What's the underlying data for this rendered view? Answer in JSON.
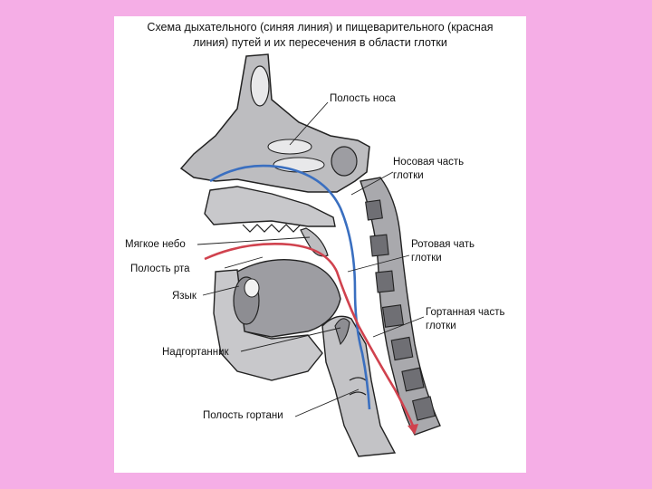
{
  "title": {
    "line1": "Схема дыхательного (синяя линия) и пищеварительного (красная",
    "line2": "линия) путей и их пересечения в области глотки"
  },
  "labels": {
    "nasal_cavity": "Полость носа",
    "nasopharynx_line1": "Носовая часть",
    "nasopharynx_line2": "глотки",
    "soft_palate": "Мягкое небо",
    "oropharynx_line1": "Ротовая чать",
    "oropharynx_line2": "глотки",
    "oral_cavity": "Полость рта",
    "tongue": "Язык",
    "laryngopharynx_line1": "Гортанная часть",
    "laryngopharynx_line2": "глотки",
    "epiglottis": "Надгортанник",
    "larynx_cavity": "Полость гортани"
  },
  "colors": {
    "background": "#f5aee6",
    "respiratory_path": "#3a6fc0",
    "digestive_path": "#d0424e",
    "tissue": "#b5b5b8"
  }
}
